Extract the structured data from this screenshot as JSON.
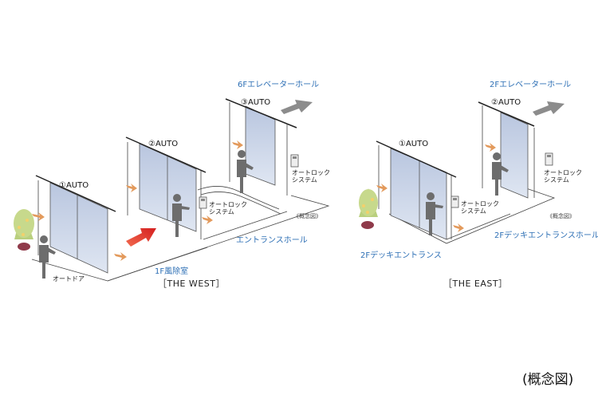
{
  "west": {
    "door1": "①AUTO",
    "door2": "②AUTO",
    "door3": "③AUTO",
    "elevator_hall": "6Fエレベーターホール",
    "entrance_hall": "エントランスホール",
    "windbreak_room": "1F風除室",
    "auto_door": "オートドア",
    "autolock1": "オートロック\nシステム",
    "autolock2": "オートロック\nシステム",
    "concept_small": "《概念図》",
    "caption": "［THE WEST］"
  },
  "east": {
    "door1": "①AUTO",
    "door2": "②AUTO",
    "elevator_hall": "2Fエレベーターホール",
    "deck_entrance": "2Fデッキエントランス",
    "deck_entrance_hall": "2Fデッキエントランスホール",
    "autolock1": "オートロック\nシステム",
    "autolock2": "オートロック\nシステム",
    "concept_small": "《概念図》",
    "caption": "［THE EAST］"
  },
  "footer_label": "(概念図)",
  "colors": {
    "label_blue": "#2d6fb5",
    "glass": "#c9d3e6",
    "figure": "#6d6d6d",
    "arrow_orange": "#e39a5c",
    "arrow_red": "#e0332a",
    "tree": "#b9cf7e"
  }
}
